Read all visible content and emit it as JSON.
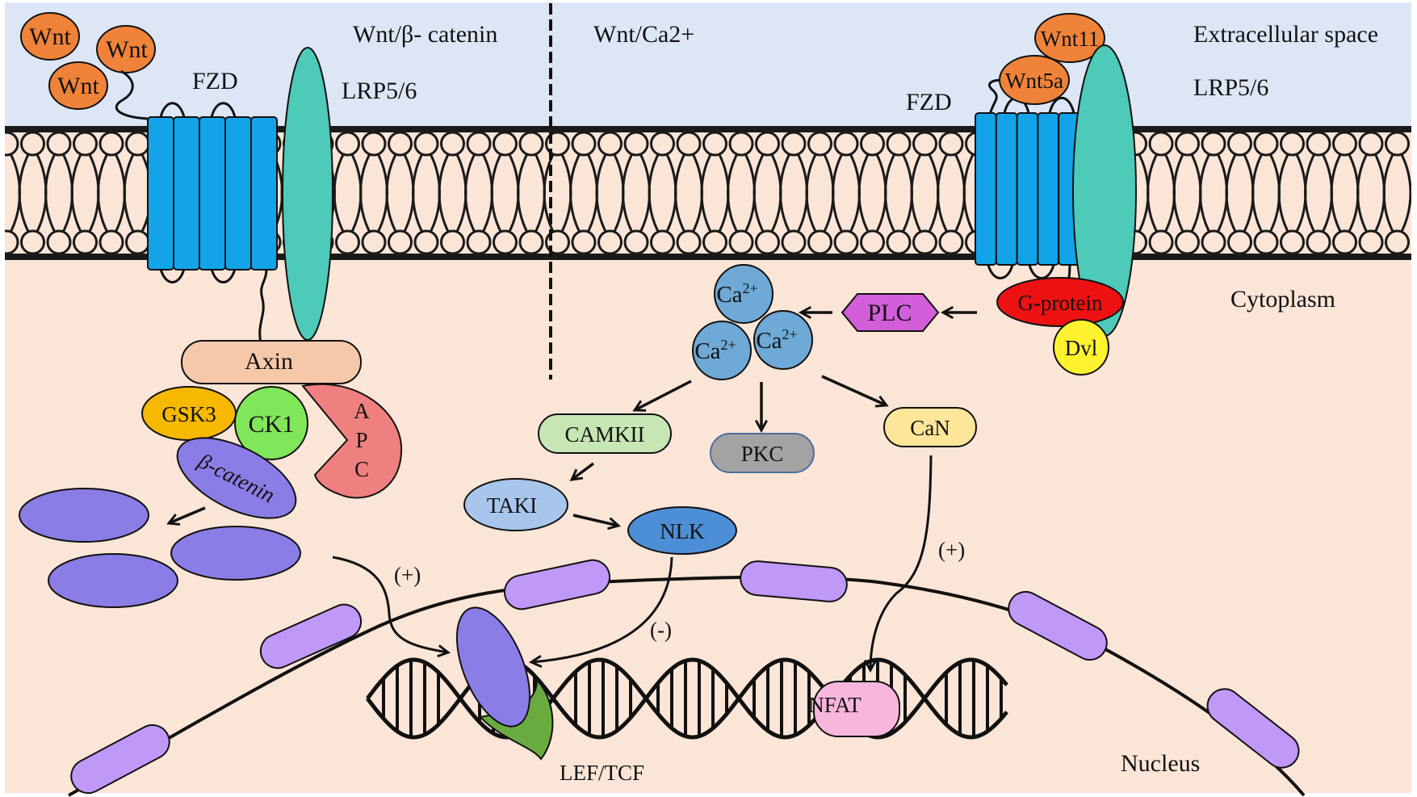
{
  "colors": {
    "extracellular": "#dde6f5",
    "cytoplasm": "#fbe5d7",
    "membrane_line": "#1a1a1a",
    "fzd": "#12a3e8",
    "lrp": "#4ecab8",
    "wnt": "#f0833a",
    "axin": "#f6c8aa",
    "gsk3": "#f6b900",
    "ck1": "#80e65a",
    "apc": "#f08080",
    "beta_catenin": "#8a7de6",
    "g_protein": "#ee1111",
    "dvl": "#fff330",
    "plc": "#d35ed9",
    "ca": "#6fa9d6",
    "camkii": "#c6e6b4",
    "pkc": "#a3a3a3",
    "can": "#fde59a",
    "taki": "#a8c6ec",
    "nlk": "#4d8fd6",
    "nfat": "#f8b6dd",
    "lef_tcf": "#6aab40",
    "nuclear_pore": "#bf98f8"
  },
  "regions": {
    "extracellular": "Extracellular space",
    "cytoplasm": "Cytoplasm",
    "nucleus": "Nucleus"
  },
  "pathways": {
    "canonical": "Wnt/β- catenin",
    "noncanonical": "Wnt/Ca2+"
  },
  "canonical": {
    "ligands": [
      "Wnt",
      "Wnt",
      "Wnt"
    ],
    "receptor": "FZD",
    "coreceptor": "LRP5/6",
    "destruction_complex": {
      "axin": "Axin",
      "gsk3": "GSK3",
      "ck1": "CK1",
      "apc_letters": [
        "A",
        "P",
        "C"
      ],
      "beta_catenin": "β-catenin"
    },
    "activation_sign": "(+)",
    "transcription_factor": "LEF/TCF"
  },
  "noncanonical": {
    "ligands": [
      "Wnt11",
      "Wnt5a"
    ],
    "receptor": "FZD",
    "coreceptor": "LRP5/6",
    "g_protein": "G-protein",
    "dvl": "Dvl",
    "plc": "PLC",
    "calcium": {
      "base": "Ca",
      "charge": "2+"
    },
    "camkii": "CAMKII",
    "pkc": "PKC",
    "can": "CaN",
    "taki": "TAKI",
    "nlk": "NLK",
    "inhibition_sign": "(-)",
    "activation_sign": "(+)",
    "nfat": "NFAT"
  }
}
